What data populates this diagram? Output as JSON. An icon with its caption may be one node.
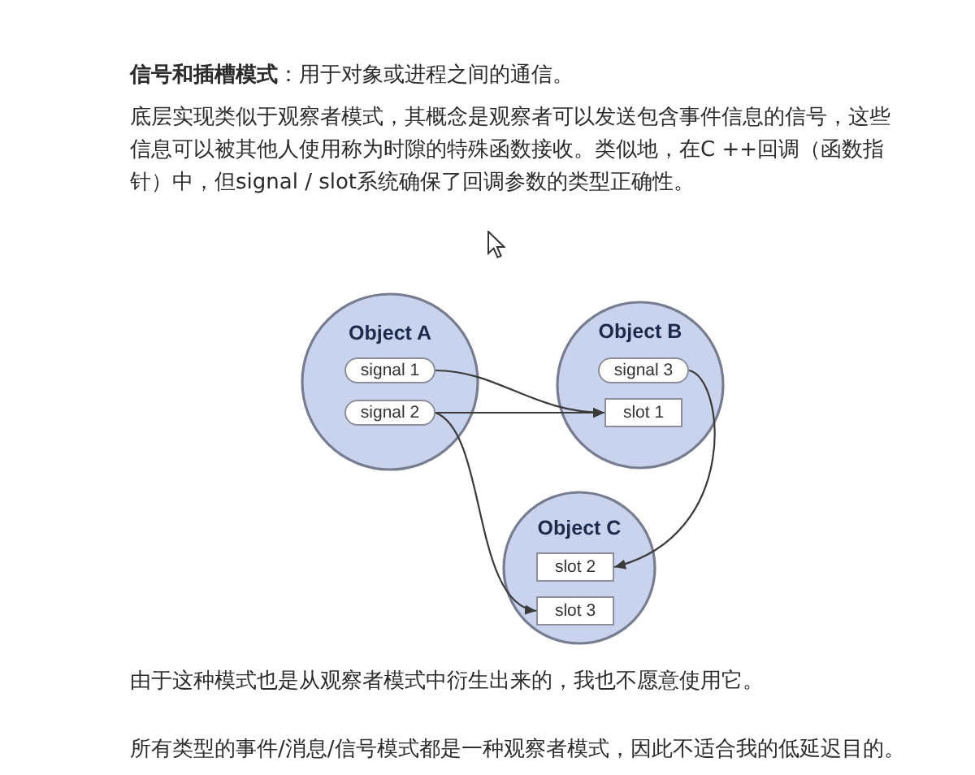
{
  "diagram": {
    "nodes": [
      {
        "text": [
          "Object A"
        ]
      },
      {
        "text": [
          "signal 1"
        ],
        "in": 0
      },
      {
        "text": [
          "signal 2"
        ],
        "in": 0
      },
      {
        "text": [
          "Object B"
        ]
      },
      {
        "text": [
          "signal 3"
        ],
        "in": 3
      },
      {
        "text": [
          "slot 1"
        ],
        "in": 3
      },
      {
        "text": [
          "Object C"
        ]
      },
      {
        "text": [
          "slot 2"
        ],
        "in": 6
      },
      {
        "text": [
          "slot 3"
        ],
        "in": 6
      }
    ],
    "edges": [
      {
        "from": 1,
        "to": 5,
        "arrow": "to"
      },
      {
        "from": 2,
        "to": 5,
        "arrow": "to"
      },
      {
        "from": 2,
        "to": 8,
        "arrow": "to"
      },
      {
        "from": 4,
        "to": 7,
        "arrow": "to"
      }
    ],
    "labels": [
      "**信号和插槽模式**：用于对象或进程之间的通信。",
      "底层实现类似于观察者模式，其概念是观察者可以发送包含事件信息的信号，这些信息可以被其他人使用称为时隙的特殊函数接收。类似地，在C ++回调（函数指针）中，但signal / slot系统确保了回调参数的类型正确性。",
      "由于这种模式也是从观察者模式中衍生出来的，我也不愿意使用它。",
      "所有类型的事件/消息/信号模式都是一种观察者模式，因此不适合我的低延迟目的。"
    ]
  }
}
